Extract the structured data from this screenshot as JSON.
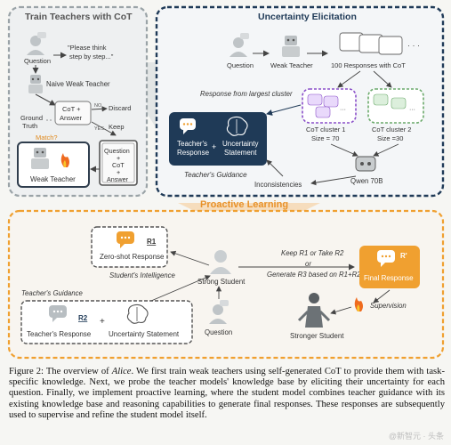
{
  "panels": {
    "train": {
      "title": "Train Teachers with CoT",
      "question": "Question",
      "prompt_line1": "\"Please think",
      "prompt_line2": "step by step...\"",
      "naive_teacher": "Naive Weak Teacher",
      "cot_answer_line1": "CoT +",
      "cot_answer_line2": "Answer",
      "no": "NO",
      "yes": "YES",
      "discard": "Discard",
      "keep": "Keep",
      "ground_truth_line1": "Ground",
      "ground_truth_line2": "Truth",
      "match": "Match?",
      "qca_line1": "Question",
      "qca_line2": "+",
      "qca_line3": "CoT",
      "qca_line4": "+",
      "qca_line5": "Answer",
      "weak_teacher": "Weak Teacher"
    },
    "uncertainty": {
      "title": "Uncertainty Elicitation",
      "question": "Question",
      "weak_teacher": "Weak Teacher",
      "responses": "100 Responses with CoT",
      "response_from_largest": "Response from largest cluster",
      "cluster1_name": "CoT cluster 1",
      "cluster1_size": "Size = 70",
      "cluster2_name": "CoT cluster 2",
      "cluster2_size": "Size =30",
      "teacher_response_line1": "Teacher's",
      "teacher_response_line2": "Response",
      "plus": "+",
      "uncertainty_line1": "Uncertainty",
      "uncertainty_line2": "Statement",
      "teachers_guidance": "Teacher's Guidance",
      "inconsistencies": "Inconsistencies",
      "qwen": "Qwen 70B"
    },
    "proactive": {
      "title": "Proactive Learning",
      "r1_tag": "R1",
      "zero_shot": "Zero-shot Response",
      "students_intelligence": "Student's Intelligence",
      "strong_student": "Strong Student",
      "keep_line": "Keep R1 or Take R2",
      "or": "or",
      "generate_line": "Generate R3 based on R1+R2",
      "r_prime": "R'",
      "final_response": "Final Response",
      "supervision": "Supervision",
      "stronger_student": "Stronger Student",
      "teachers_guidance": "Teacher's Guidance",
      "r2_tag": "R2",
      "teacher_response": "Teacher's Response",
      "plus": "+",
      "uncertainty_statement": "Uncertainty Statement",
      "question": "Question"
    }
  },
  "caption": {
    "prefix": "Figure 2: The overview of ",
    "italic": "Alice",
    "text": ". We first train weak teachers using self-generated CoT to provide them with task-specific knowledge. Next, we probe the teacher models' knowledge base by eliciting their uncertainty for each question. Finally, we implement proactive learning, where the student model combines teacher guidance with its existing knowledge base and reasoning capabilities to generate final responses. These responses are subsequently used to supervise and refine the student model itself."
  },
  "watermark": "@新智元 · 头条",
  "colors": {
    "gray_panel": "#9aa3a7",
    "navy": "#1f3a57",
    "orange": "#f0a030",
    "purple": "#8a4fc9",
    "green": "#6aa96a"
  }
}
